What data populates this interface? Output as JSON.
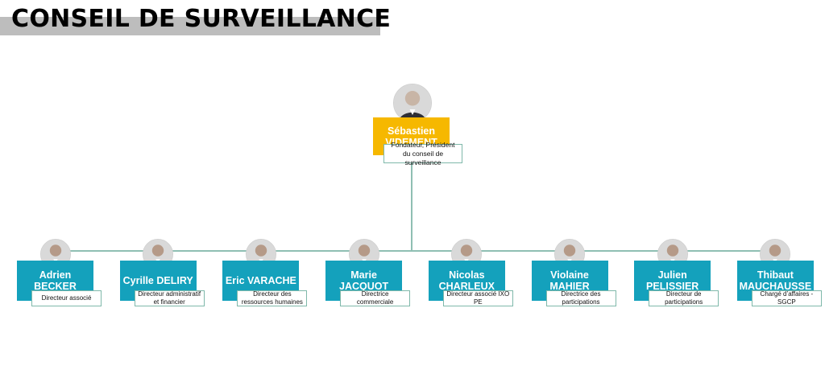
{
  "page": {
    "title": "CONSEIL DE SURVEILLANCE"
  },
  "president": {
    "name_line1": "Sébastien",
    "name_line2": "VIDEMENT",
    "role": "Fondateur, Président du conseil de surveillance",
    "avatar_icon": "person-photo-icon"
  },
  "members": [
    {
      "name": "Adrien BECKER",
      "role": "Directeur associé"
    },
    {
      "name": "Cyrille DELIRY",
      "role": "Directeur administratif et financier"
    },
    {
      "name": "Eric VARACHE",
      "role": "Directeur des ressources humaines"
    },
    {
      "name": "Marie JACQUOT",
      "role": "Directrice commerciale"
    },
    {
      "name": "Nicolas CHARLEUX",
      "role": "Directeur associé IXO PE"
    },
    {
      "name": "Violaine MAHIER",
      "role": "Directrice des participations"
    },
    {
      "name": "Julien PELISSIER",
      "role": "Directeur de participations"
    },
    {
      "name": "Thibaut MAUCHAUSSE",
      "role": "Chargé d’affaires - SGCP"
    }
  ],
  "colors": {
    "member_box": "#14a1bc",
    "president_box": "#f6b800",
    "connector": "#8fbfb3",
    "title_band": "#bdbdbd"
  }
}
